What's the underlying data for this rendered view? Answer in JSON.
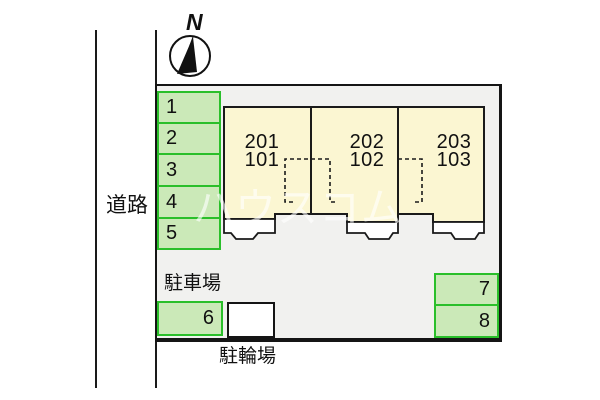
{
  "compass": {
    "north_label": "N"
  },
  "labels": {
    "road": "道路",
    "parking_area": "駐車場",
    "bicycle_area": "駐輪場"
  },
  "watermark_text": "ハウスコム",
  "building": {
    "units": [
      {
        "upper": "201",
        "lower": "101"
      },
      {
        "upper": "202",
        "lower": "102"
      },
      {
        "upper": "203",
        "lower": "103"
      }
    ]
  },
  "parking_spaces": [
    "1",
    "2",
    "3",
    "4",
    "5",
    "6",
    "7",
    "8"
  ],
  "colors": {
    "site_fill": "#F1F1EF",
    "building_fill": "#FBF6D2",
    "space_fill": "#CBE9B8",
    "space_border": "#2ABF2A",
    "line": "#1A1A1A",
    "watermark": "rgba(255,255,255,0.62)"
  }
}
